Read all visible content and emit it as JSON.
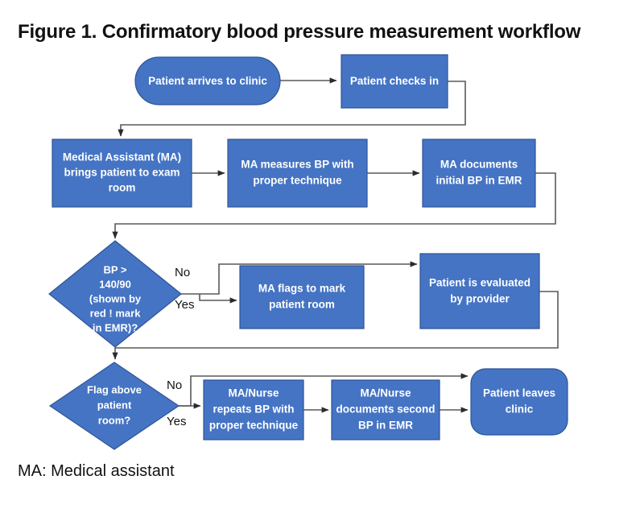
{
  "figure": {
    "title": "Figure 1. Confirmatory blood pressure measurement workflow",
    "footnote": "MA: Medical assistant",
    "colors": {
      "node_fill": "#4574C4",
      "node_stroke": "#2E5496",
      "node_text": "#ffffff",
      "edge": "#595959",
      "background": "#ffffff",
      "title_text": "#111111"
    }
  },
  "nodes": [
    {
      "id": "patient-arrives",
      "shape": "stadium",
      "lines": [
        "Patient arrives to clinic"
      ]
    },
    {
      "id": "patient-checks-in",
      "shape": "rectangle",
      "lines": [
        "Patient checks in"
      ]
    },
    {
      "id": "ma-brings-patient",
      "shape": "rectangle",
      "lines": [
        "Medical Assistant (MA)",
        "brings patient to exam",
        "room"
      ]
    },
    {
      "id": "ma-measures-bp",
      "shape": "rectangle",
      "lines": [
        "MA measures BP with",
        "proper technique"
      ]
    },
    {
      "id": "ma-documents-initial-bp",
      "shape": "rectangle",
      "lines": [
        "MA documents",
        "initial BP in EMR"
      ]
    },
    {
      "id": "bp-threshold-decision",
      "shape": "diamond",
      "lines": [
        "BP >",
        "140/90",
        "(shown by",
        "red ! mark",
        "in EMR)?"
      ]
    },
    {
      "id": "ma-flags-room",
      "shape": "rectangle",
      "lines": [
        "MA flags to mark",
        "patient room"
      ]
    },
    {
      "id": "patient-evaluated",
      "shape": "rectangle",
      "lines": [
        "Patient is evaluated",
        "by provider"
      ]
    },
    {
      "id": "flag-above-room-decision",
      "shape": "diamond",
      "lines": [
        "Flag above",
        "patient",
        "room?"
      ]
    },
    {
      "id": "repeat-bp",
      "shape": "rectangle",
      "lines": [
        "MA/Nurse",
        "repeats BP with",
        "proper technique"
      ]
    },
    {
      "id": "document-second-bp",
      "shape": "rectangle",
      "lines": [
        "MA/Nurse",
        "documents second",
        "BP in EMR"
      ]
    },
    {
      "id": "patient-leaves",
      "shape": "rounded-rectangle",
      "lines": [
        "Patient leaves",
        "clinic"
      ]
    }
  ],
  "edge_labels": {
    "bp_no": "No",
    "bp_yes": "Yes",
    "flag_no": "No",
    "flag_yes": "Yes"
  },
  "edges": [
    {
      "from": "patient-arrives",
      "to": "patient-checks-in",
      "label": ""
    },
    {
      "from": "patient-checks-in",
      "to": "ma-brings-patient",
      "label": ""
    },
    {
      "from": "ma-brings-patient",
      "to": "ma-measures-bp",
      "label": ""
    },
    {
      "from": "ma-measures-bp",
      "to": "ma-documents-initial-bp",
      "label": ""
    },
    {
      "from": "ma-documents-initial-bp",
      "to": "bp-threshold-decision",
      "label": ""
    },
    {
      "from": "bp-threshold-decision",
      "to": "patient-evaluated",
      "label": "No"
    },
    {
      "from": "bp-threshold-decision",
      "to": "ma-flags-room",
      "label": "Yes"
    },
    {
      "from": "patient-evaluated",
      "to": "flag-above-room-decision",
      "label": ""
    },
    {
      "from": "flag-above-room-decision",
      "to": "patient-leaves",
      "label": "No"
    },
    {
      "from": "flag-above-room-decision",
      "to": "repeat-bp",
      "label": "Yes"
    },
    {
      "from": "repeat-bp",
      "to": "document-second-bp",
      "label": ""
    },
    {
      "from": "document-second-bp",
      "to": "patient-leaves",
      "label": ""
    }
  ]
}
